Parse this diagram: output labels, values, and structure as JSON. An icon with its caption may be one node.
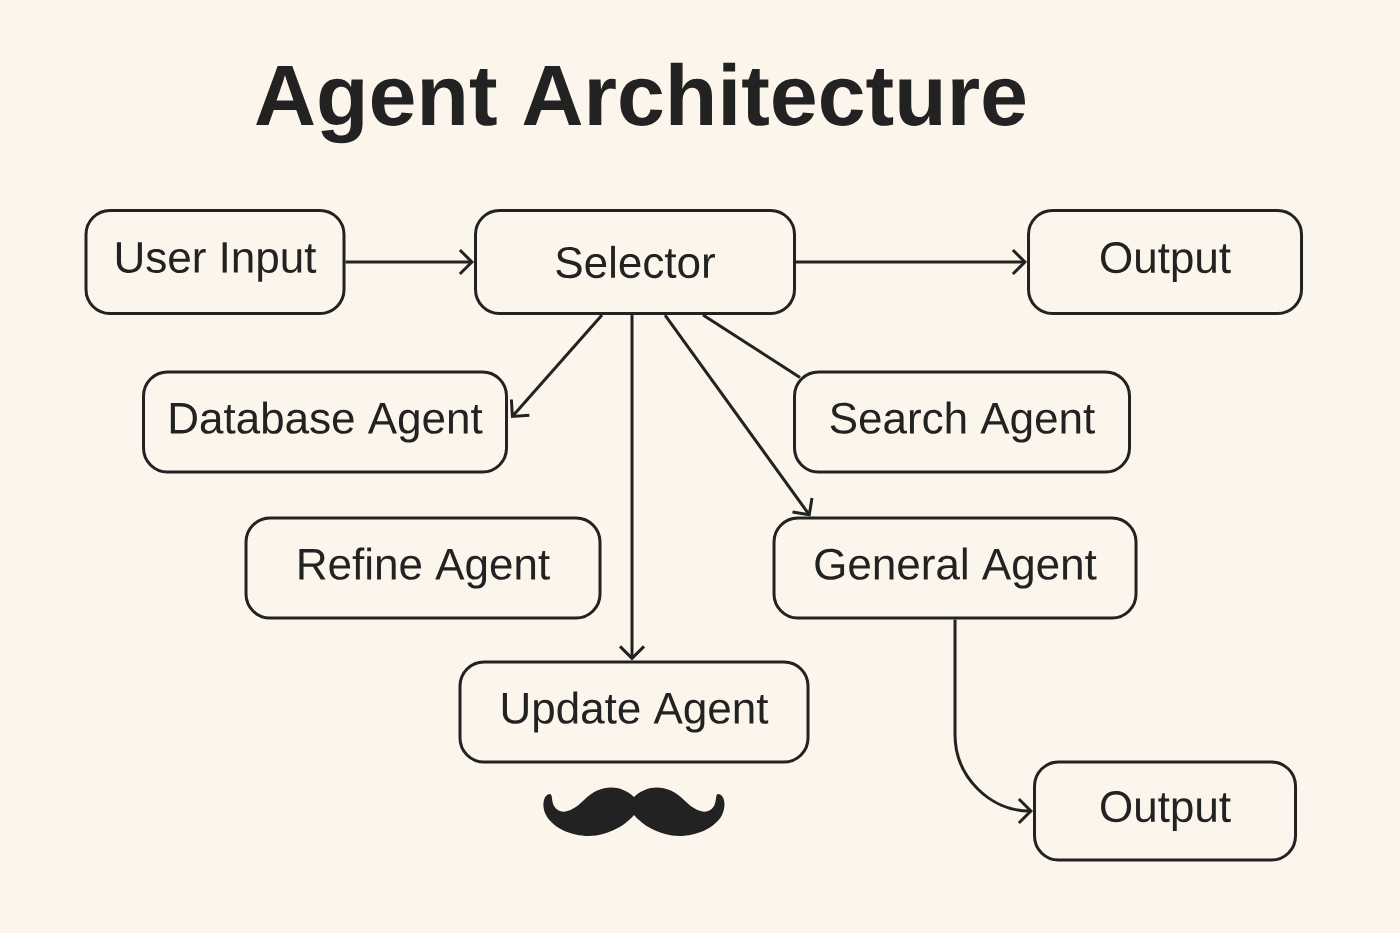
{
  "diagram": {
    "title": "Agent Architecture",
    "nodes": [
      {
        "text": [
          "User Input"
        ]
      },
      {
        "text": [
          "Selector"
        ]
      },
      {
        "text": [
          "Output"
        ]
      },
      {
        "text": [
          "Database Agent"
        ]
      },
      {
        "text": [
          "Search Agent"
        ]
      },
      {
        "text": [
          "Refine Agent"
        ]
      },
      {
        "text": [
          "General Agent"
        ]
      },
      {
        "text": [
          "Update Agent"
        ]
      },
      {
        "text": [
          "Output"
        ]
      }
    ],
    "edges": [
      {
        "from": 0,
        "to": 1,
        "arrow": "to"
      },
      {
        "from": 1,
        "to": 2,
        "arrow": "to"
      },
      {
        "from": 1,
        "to": 3,
        "arrow": "to"
      },
      {
        "from": 1,
        "to": 7,
        "arrow": "to"
      },
      {
        "from": 1,
        "to": 6,
        "arrow": "to"
      },
      {
        "from": 1,
        "to": 4,
        "arrow": "none"
      },
      {
        "from": 6,
        "to": 8,
        "arrow": "to"
      }
    ]
  }
}
